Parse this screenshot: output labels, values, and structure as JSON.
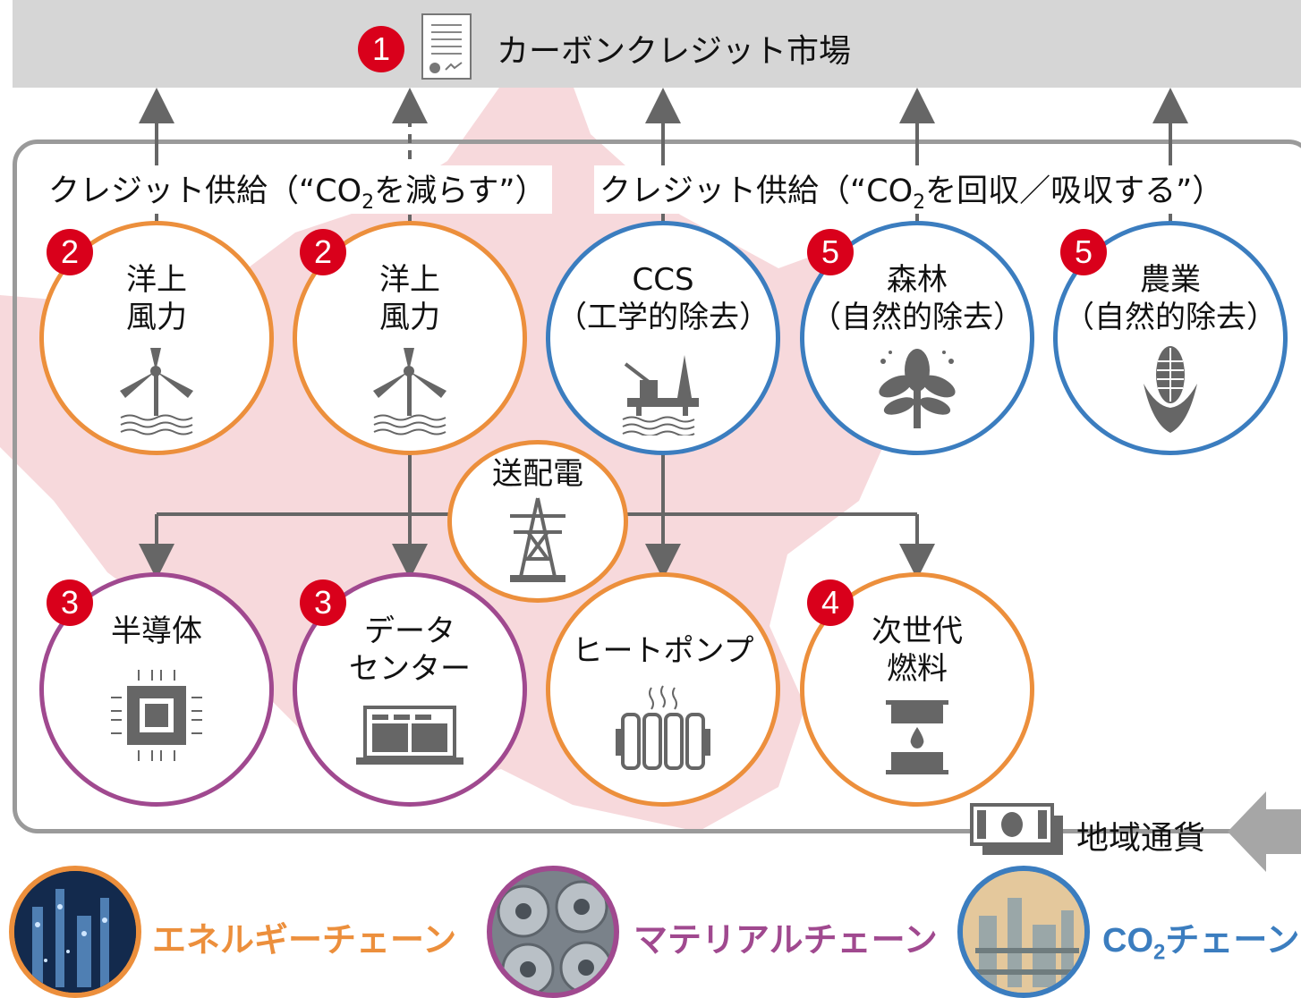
{
  "market": {
    "badge": "1",
    "title": "カーボンクレジット市場"
  },
  "supply_reduce": {
    "prefix": "クレジット供給（“CO",
    "sub": "2",
    "suffix": "を減らす”）"
  },
  "supply_remove": {
    "prefix": "クレジット供給（“CO",
    "sub": "2",
    "suffix": "を回収／吸収する”）"
  },
  "nodes": {
    "wind1": {
      "badge": "2",
      "l1": "洋上",
      "l2": "風力"
    },
    "wind2": {
      "badge": "2",
      "l1": "洋上",
      "l2": "風力"
    },
    "ccs": {
      "l1": "CCS",
      "l2": "（工学的除去）"
    },
    "forest": {
      "badge": "5",
      "l1": "森林",
      "l2": "（自然的除去）"
    },
    "agri": {
      "badge": "5",
      "l1": "農業",
      "l2": "（自然的除去）"
    },
    "grid": {
      "l1": "送配電"
    },
    "semi": {
      "badge": "3",
      "l1": "半導体"
    },
    "dc": {
      "badge": "3",
      "l1": "データ",
      "l2": "センター"
    },
    "hp": {
      "l1": "ヒートポンプ"
    },
    "fuel": {
      "badge": "4",
      "l1": "次世代",
      "l2": "燃料"
    }
  },
  "currency": {
    "label": "地域通貨"
  },
  "legend": {
    "energy": "エネルギーチェーン",
    "material": "マテリアルチェーン",
    "co2_prefix": "CO",
    "co2_sub": "2",
    "co2_suffix": "チェーン"
  },
  "colors": {
    "orange": "#ec8f3c",
    "blue": "#3b7dbf",
    "purple": "#a0498f",
    "badge": "#d9001b",
    "grey": "#9a9a9a"
  }
}
